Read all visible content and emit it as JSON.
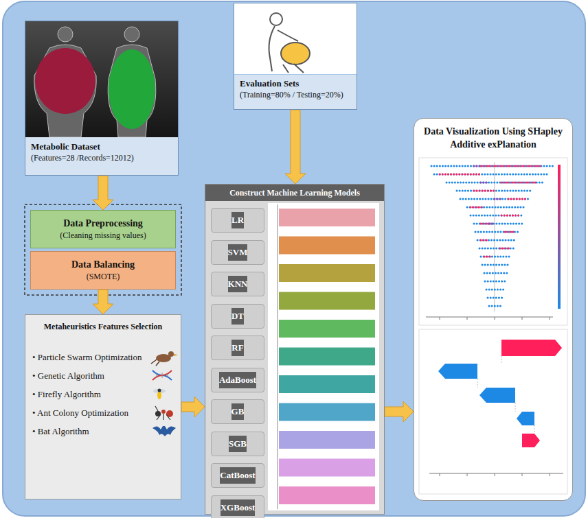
{
  "diagram": {
    "nodes": [
      {
        "text": [
          "Metabolic Dataset",
          "(Features=28 /Records=12012)"
        ]
      },
      {
        "text": [
          "Evaluation Sets",
          "(Training=80% / Testing=20%)"
        ]
      },
      {
        "text": [
          "Data Preprocessing",
          "(Cleaning missing values)"
        ]
      },
      {
        "text": [
          "Data Balancing",
          "(SMOTE)"
        ]
      },
      {
        "text": [
          "Metaheuristics Features Selection",
          "• Particle Swarm Optimization",
          "• Genetic Algorithm",
          "• Firefly Algorithm",
          "• Ant Colony Optimization",
          "• Bat Algorithm"
        ]
      },
      {
        "text": [
          "Construct Machine Learning Models"
        ]
      },
      {
        "text": [
          "LR"
        ],
        "in": 5
      },
      {
        "text": [
          "SVM"
        ],
        "in": 5
      },
      {
        "text": [
          "KNN"
        ],
        "in": 5
      },
      {
        "text": [
          "DT"
        ],
        "in": 5
      },
      {
        "text": [
          "RF"
        ],
        "in": 5
      },
      {
        "text": [
          "AdaBoost"
        ],
        "in": 5
      },
      {
        "text": [
          "GB"
        ],
        "in": 5
      },
      {
        "text": [
          "SGB"
        ],
        "in": 5
      },
      {
        "text": [
          "CatBoost"
        ],
        "in": 5
      },
      {
        "text": [
          "XGBoost"
        ],
        "in": 5
      },
      {
        "text": [
          "Data Visualization Using SHapley Additive exPlanation"
        ]
      }
    ],
    "edges": [
      {
        "from": 0,
        "to": 2,
        "arrow": "to"
      },
      {
        "from": 3,
        "to": 4,
        "arrow": "to"
      },
      {
        "from": 1,
        "to": 5,
        "arrow": "to"
      },
      {
        "from": 4,
        "to": 5,
        "arrow": "to"
      },
      {
        "from": 5,
        "to": 16,
        "arrow": "to"
      }
    ]
  }
}
